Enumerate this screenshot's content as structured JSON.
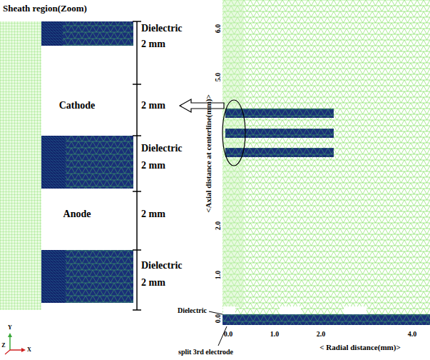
{
  "diagram": {
    "title": "Sheath region(Zoom)",
    "labels": [
      "Dielectric",
      "2 mm",
      "Cathode",
      "2 mm",
      "Dielectric",
      "2 mm",
      "Anode",
      "2 mm",
      "Dielectric",
      "2 mm",
      "<Axial distance at centerline(mm)>",
      "6.0",
      "5.0",
      "2.0",
      "1.0",
      "0.0",
      "Dielectric",
      "split 3rd electrode",
      "< Radial distance(mm)>",
      "0.0",
      "1.0",
      "2.0",
      "4.0",
      "Y",
      "Z",
      "X"
    ]
  }
}
